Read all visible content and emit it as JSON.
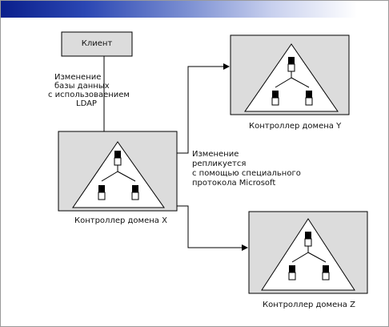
{
  "client": {
    "label": "Клиент"
  },
  "edges": {
    "ldap_note": [
      "Изменение",
      "базы данных",
      "с использоваением",
      "LDAP"
    ],
    "replication_note": [
      "Изменение",
      "репликуется",
      "с помощью специального",
      "протокола Microsoft"
    ]
  },
  "controllers": {
    "x": {
      "label": "Контроллер домена X"
    },
    "y": {
      "label": "Контроллер домена Y"
    },
    "z": {
      "label": "Контроллер домена Z"
    }
  },
  "colors": {
    "box_fill": "#dcdcdc",
    "stroke": "#000000",
    "title_gradient_start": "#0a1f8c",
    "title_gradient_end": "#ffffff"
  }
}
